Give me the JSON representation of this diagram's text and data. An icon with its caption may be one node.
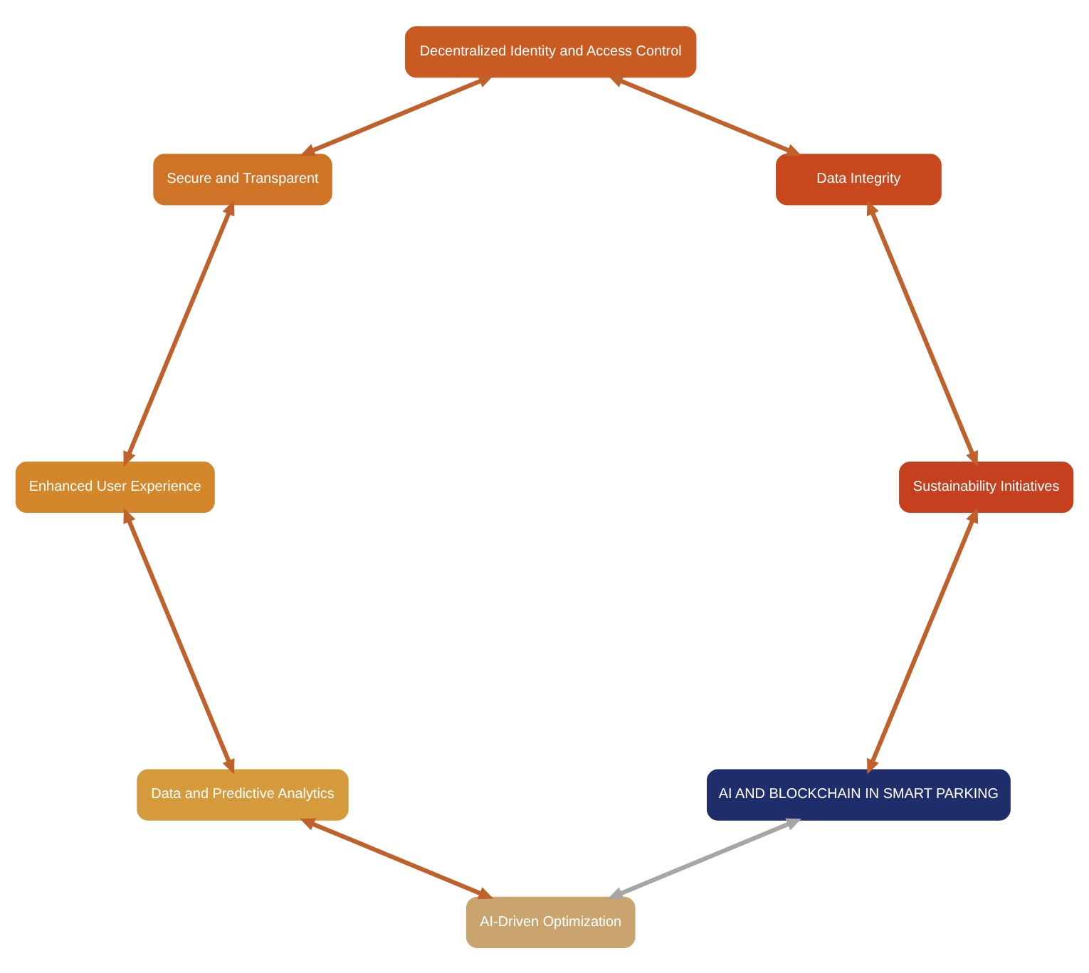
{
  "diagram": {
    "nodes": [
      {
        "text": [
          "AI AND BLOCKCHAIN IN SMART PARKING"
        ]
      },
      {
        "text": [
          "AI-Driven Optimization"
        ]
      },
      {
        "text": [
          "Data and Predictive Analytics"
        ]
      },
      {
        "text": [
          "Enhanced User Experience"
        ]
      },
      {
        "text": [
          "Secure and Transparent"
        ]
      },
      {
        "text": [
          "Decentralized Identity and Access Control"
        ]
      },
      {
        "text": [
          "Data Integrity"
        ]
      },
      {
        "text": [
          "Sustainability Initiatives"
        ]
      }
    ],
    "edges": [
      {
        "from": 0,
        "to": 1,
        "arrow": "both",
        "color": "#a6a6a6"
      },
      {
        "from": 1,
        "to": 2,
        "arrow": "both"
      },
      {
        "from": 2,
        "to": 3,
        "arrow": "both"
      },
      {
        "from": 3,
        "to": 4,
        "arrow": "both"
      },
      {
        "from": 4,
        "to": 5,
        "arrow": "both"
      },
      {
        "from": 5,
        "to": 6,
        "arrow": "both"
      },
      {
        "from": 6,
        "to": 7,
        "arrow": "both"
      },
      {
        "from": 7,
        "to": 0,
        "arrow": "both"
      }
    ]
  }
}
